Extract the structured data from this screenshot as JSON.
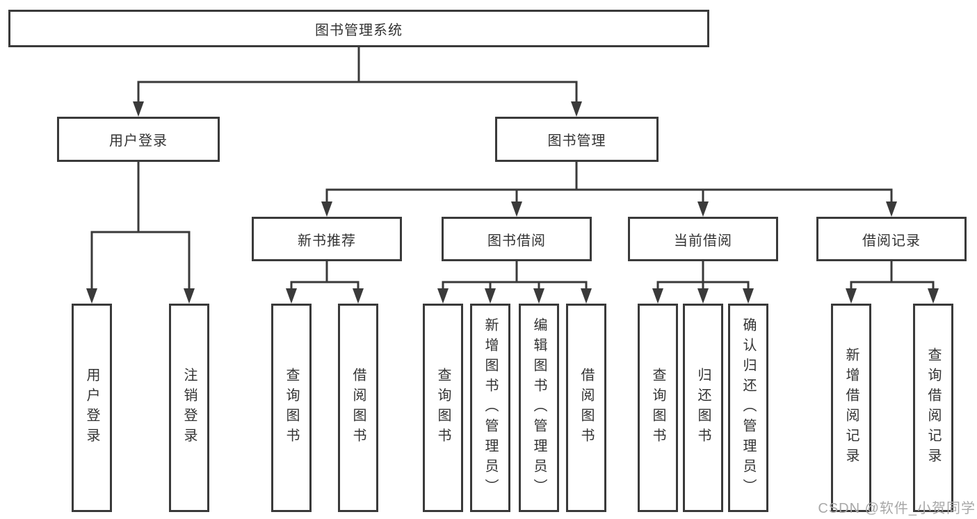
{
  "colors": {
    "line": "#3a3a3a",
    "text": "#333333",
    "box_fill": "#ffffff",
    "background": "#ffffff",
    "watermark": "#a8a8a8"
  },
  "watermark": {
    "text": "CSDN @软件_小贺同学"
  },
  "tree": {
    "root": {
      "label": "图书管理系统"
    },
    "children": [
      {
        "label": "用户登录",
        "children": [
          {
            "label": "用户登录"
          },
          {
            "label": "注销登录"
          }
        ]
      },
      {
        "label": "图书管理",
        "children": [
          {
            "label": "新书推荐",
            "children": [
              {
                "label": "查询图书"
              },
              {
                "label": "借阅图书"
              }
            ]
          },
          {
            "label": "图书借阅",
            "children": [
              {
                "label": "查询图书"
              },
              {
                "label": "新增图书（管理员）"
              },
              {
                "label": "编辑图书（管理员）"
              },
              {
                "label": "借阅图书"
              }
            ]
          },
          {
            "label": "当前借阅",
            "children": [
              {
                "label": "查询图书"
              },
              {
                "label": "归还图书"
              },
              {
                "label": "确认归还（管理员）"
              }
            ]
          },
          {
            "label": "借阅记录",
            "children": [
              {
                "label": "新增借阅记录"
              },
              {
                "label": "查询借阅记录"
              }
            ]
          }
        ]
      }
    ]
  }
}
